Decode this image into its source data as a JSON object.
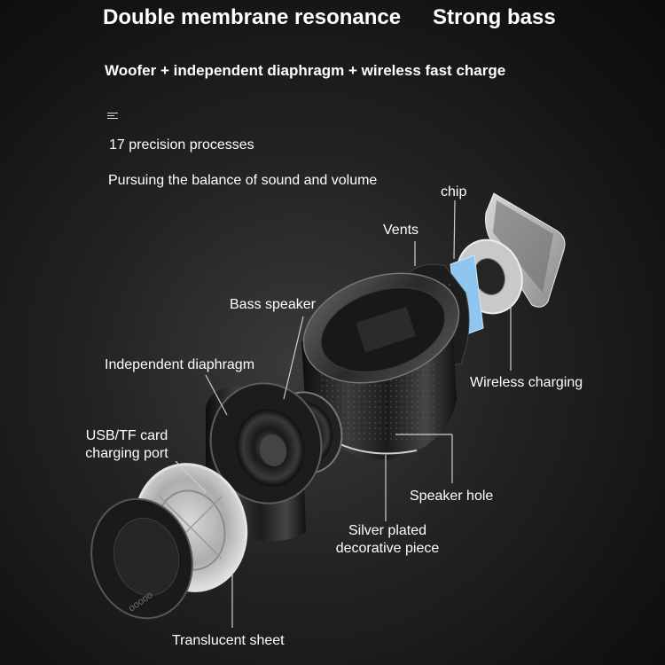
{
  "headline": {
    "left": "Double membrane resonance",
    "right": "Strong bass"
  },
  "subtitle": "Woofer + independent diaphragm + wireless fast charge",
  "menu_icon": "menu-lines-icon",
  "intro": {
    "line1": "17 precision processes",
    "line2": "Pursuing the balance of sound and volume"
  },
  "labels": {
    "chip": "chip",
    "vents": "Vents",
    "bass_speaker": "Bass speaker",
    "independent_diaphragm": "Independent diaphragm",
    "wireless_charging": "Wireless charging",
    "usb_tf_line1": "USB/TF card",
    "usb_tf_line2": "charging port",
    "speaker_hole": "Speaker hole",
    "silver_line1": "Silver plated",
    "silver_line2": "decorative piece",
    "translucent_sheet": "Translucent sheet"
  },
  "colors": {
    "background": "#1c1c1c",
    "text": "#ffffff",
    "leader_line": "#cfcfcf",
    "chip_blue": "#8fc6f0"
  }
}
